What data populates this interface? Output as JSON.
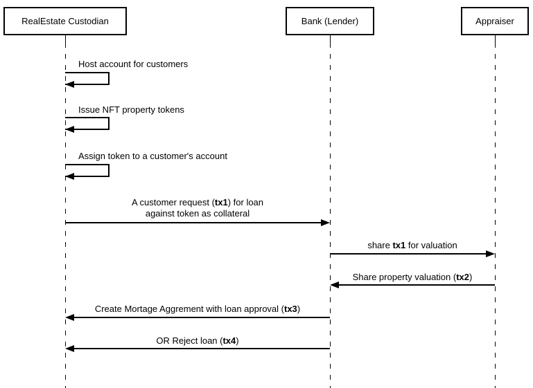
{
  "diagram": {
    "type": "sequence-diagram",
    "colors": {
      "line": "#000000",
      "background": "#ffffff",
      "box_fill": "#ffffff"
    },
    "actors": [
      {
        "label": "RealEstate Custodian"
      },
      {
        "label": "Bank (Lender)"
      },
      {
        "label": "Appraiser"
      }
    ],
    "messages": [
      {
        "kind": "self",
        "from": "RealEstate Custodian",
        "to": "RealEstate Custodian",
        "prefix": "Host account for customers",
        "bold": "",
        "suffix": "",
        "line2": ""
      },
      {
        "kind": "self",
        "from": "RealEstate Custodian",
        "to": "RealEstate Custodian",
        "prefix": "Issue NFT property tokens",
        "bold": "",
        "suffix": "",
        "line2": ""
      },
      {
        "kind": "self",
        "from": "RealEstate Custodian",
        "to": "RealEstate Custodian",
        "prefix": "Assign token to a customer's account",
        "bold": "",
        "suffix": "",
        "line2": ""
      },
      {
        "kind": "arrow",
        "from": "RealEstate Custodian",
        "to": "Bank (Lender)",
        "prefix": "A customer request (",
        "bold": "tx1",
        "suffix": ") for loan",
        "line2": "against token as collateral"
      },
      {
        "kind": "arrow",
        "from": "Bank (Lender)",
        "to": "Appraiser",
        "prefix": "share ",
        "bold": "tx1",
        "suffix": " for valuation",
        "line2": ""
      },
      {
        "kind": "arrow",
        "from": "Appraiser",
        "to": "Bank (Lender)",
        "prefix": "Share property valuation (",
        "bold": "tx2",
        "suffix": ")",
        "line2": ""
      },
      {
        "kind": "arrow",
        "from": "Bank (Lender)",
        "to": "RealEstate Custodian",
        "prefix": "Create Mortage Aggrement with loan approval (",
        "bold": "tx3",
        "suffix": ")",
        "line2": ""
      },
      {
        "kind": "arrow",
        "from": "Bank (Lender)",
        "to": "RealEstate Custodian",
        "prefix": "OR Reject loan (",
        "bold": "tx4",
        "suffix": ")",
        "line2": ""
      }
    ]
  }
}
